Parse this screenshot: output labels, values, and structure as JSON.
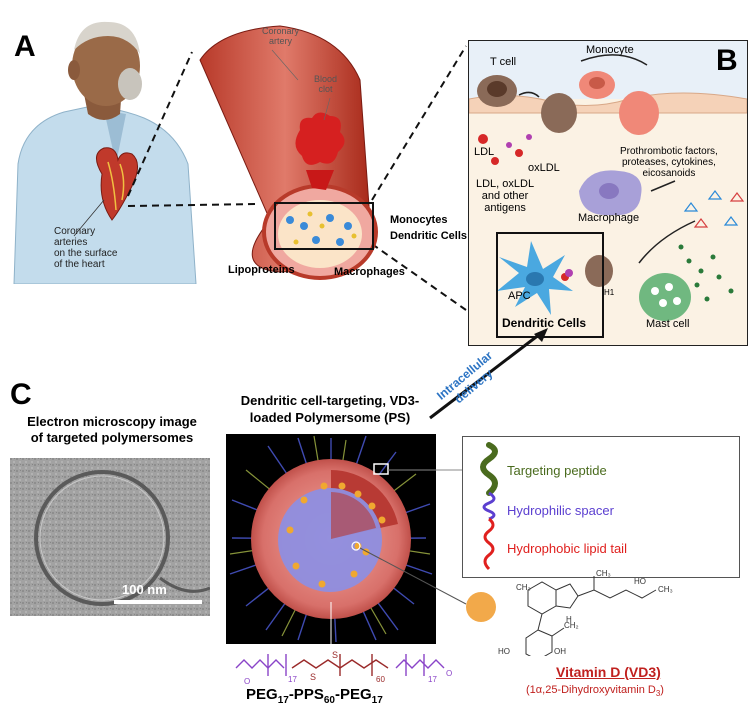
{
  "panels": {
    "a": "A",
    "b": "B",
    "c": "C"
  },
  "panel_a": {
    "heart_caption": [
      "Coronary",
      "arteries",
      "on the surface",
      "of the heart"
    ],
    "coronary_artery": [
      "Coronary",
      "artery"
    ],
    "blood_clot": [
      "Blood",
      "clot"
    ],
    "monocytes": "Monocytes",
    "dendritic_cells": "Dendritic Cells",
    "lipoproteins": "Lipoproteins",
    "macrophages": "Macrophages"
  },
  "panel_b": {
    "t_cell": "T cell",
    "monocyte": "Monocyte",
    "ldl": "LDL",
    "oxldl": "oxLDL",
    "ldl_desc": [
      "LDL, oxLDL",
      "and other",
      "antigens"
    ],
    "prothrombotic": [
      "Prothrombotic factors,",
      "proteases, cytokines,",
      "eicosanoids"
    ],
    "macrophage": "Macrophage",
    "apc": "APC",
    "th1": "H1",
    "dendritic_cells_box": "Dendritic Cells",
    "mast_cell": "Mast cell"
  },
  "panel_c": {
    "em_title": [
      "Electron microscopy image",
      "of targeted polymersomes"
    ],
    "scale_bar": "100 nm",
    "ps_title": [
      "Dendritic cell-targeting, VD3-",
      "loaded Polymersome (PS)"
    ],
    "delivery": [
      "Intracellular",
      "delivery"
    ],
    "legend": {
      "targeting": "Targeting peptide",
      "spacer": "Hydrophilic spacer",
      "lipid": "Hydrophobic lipid tail"
    },
    "polymer_label": {
      "peg": "PEG",
      "n17": "17",
      "pps": "-PPS",
      "n60": "60",
      "peg2": "-PEG",
      "n17b": "17"
    },
    "polymer_sub": {
      "a": "17",
      "b": "60",
      "c": "17"
    },
    "vitamin": "Vitamin D (VD3)",
    "vitamin_sub": [
      "(1α,25-Dihydroxyvitamin D",
      "3",
      ")"
    ]
  },
  "colors": {
    "targeting": "#4a6b1e",
    "spacer": "#5b3fd0",
    "lipid": "#e0201e",
    "delivery": "#2c74c4",
    "vitamin": "#c0201e",
    "polymer": "#8a44c8",
    "pps": "#9a2a2a"
  }
}
